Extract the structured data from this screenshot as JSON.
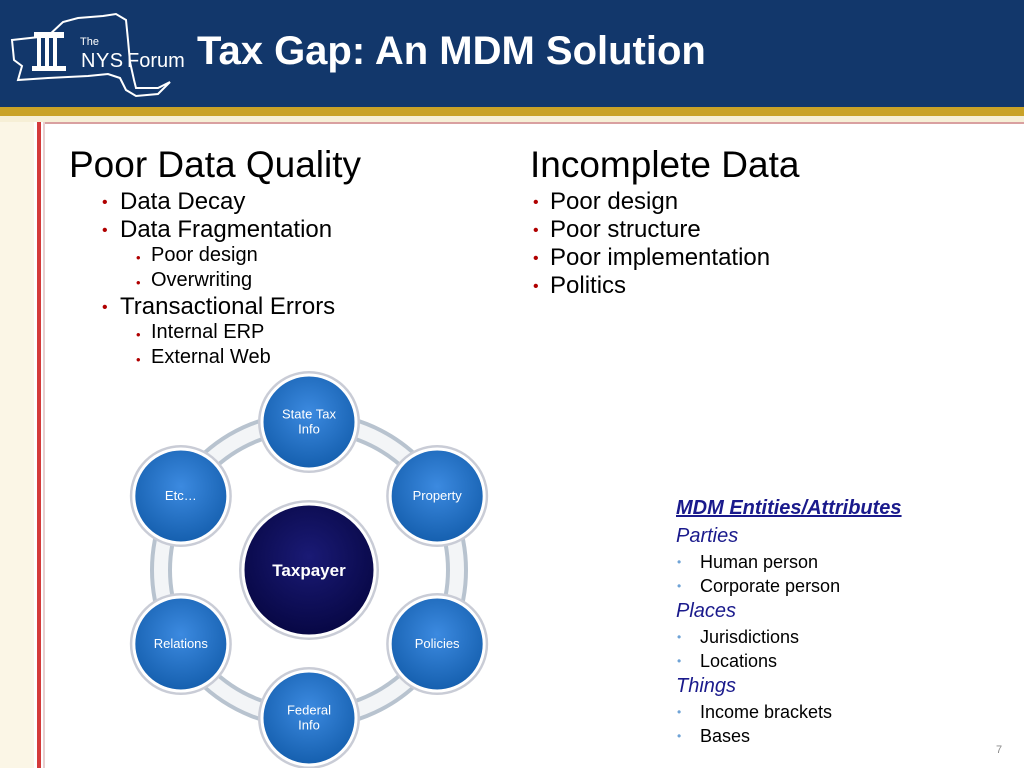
{
  "header": {
    "title": "Tax Gap: An MDM Solution",
    "logo": {
      "the": "The",
      "nys": "NYS",
      "forum": "Forum"
    }
  },
  "left_column": {
    "heading": "Poor Data Quality",
    "items": [
      {
        "label": "Data Decay"
      },
      {
        "label": "Data Fragmentation",
        "sub": [
          "Poor design",
          "Overwriting"
        ]
      },
      {
        "label": "Transactional Errors",
        "sub": [
          "Internal ERP",
          "External Web"
        ]
      }
    ]
  },
  "right_column": {
    "heading": "Incomplete Data",
    "items": [
      "Poor design",
      "Poor structure",
      "Poor implementation",
      "Politics"
    ]
  },
  "diagram": {
    "hub": "Taxpayer",
    "nodes": [
      {
        "lines": [
          "State Tax",
          "Info"
        ]
      },
      {
        "lines": [
          "Property"
        ]
      },
      {
        "lines": [
          "Policies"
        ]
      },
      {
        "lines": [
          "Federal",
          "Info"
        ]
      },
      {
        "lines": [
          "Relations"
        ]
      },
      {
        "lines": [
          "Etc…"
        ]
      }
    ]
  },
  "mdm": {
    "title": "MDM Entities/Attributes",
    "groups": [
      {
        "name": "Parties",
        "items": [
          "Human person",
          "Corporate person"
        ]
      },
      {
        "name": "Places",
        "items": [
          "Jurisdictions",
          "Locations"
        ]
      },
      {
        "name": "Things",
        "items": [
          "Income brackets",
          "Bases"
        ]
      }
    ]
  },
  "page_number": "7",
  "colors": {
    "header_bg": "#12376b",
    "header_gold": "#c9a227",
    "node_blue": "#1f6fc0",
    "hub_navy": "#0c0c57",
    "mdm_blue": "#1a1a8c",
    "bullet_red": "#b00000"
  }
}
